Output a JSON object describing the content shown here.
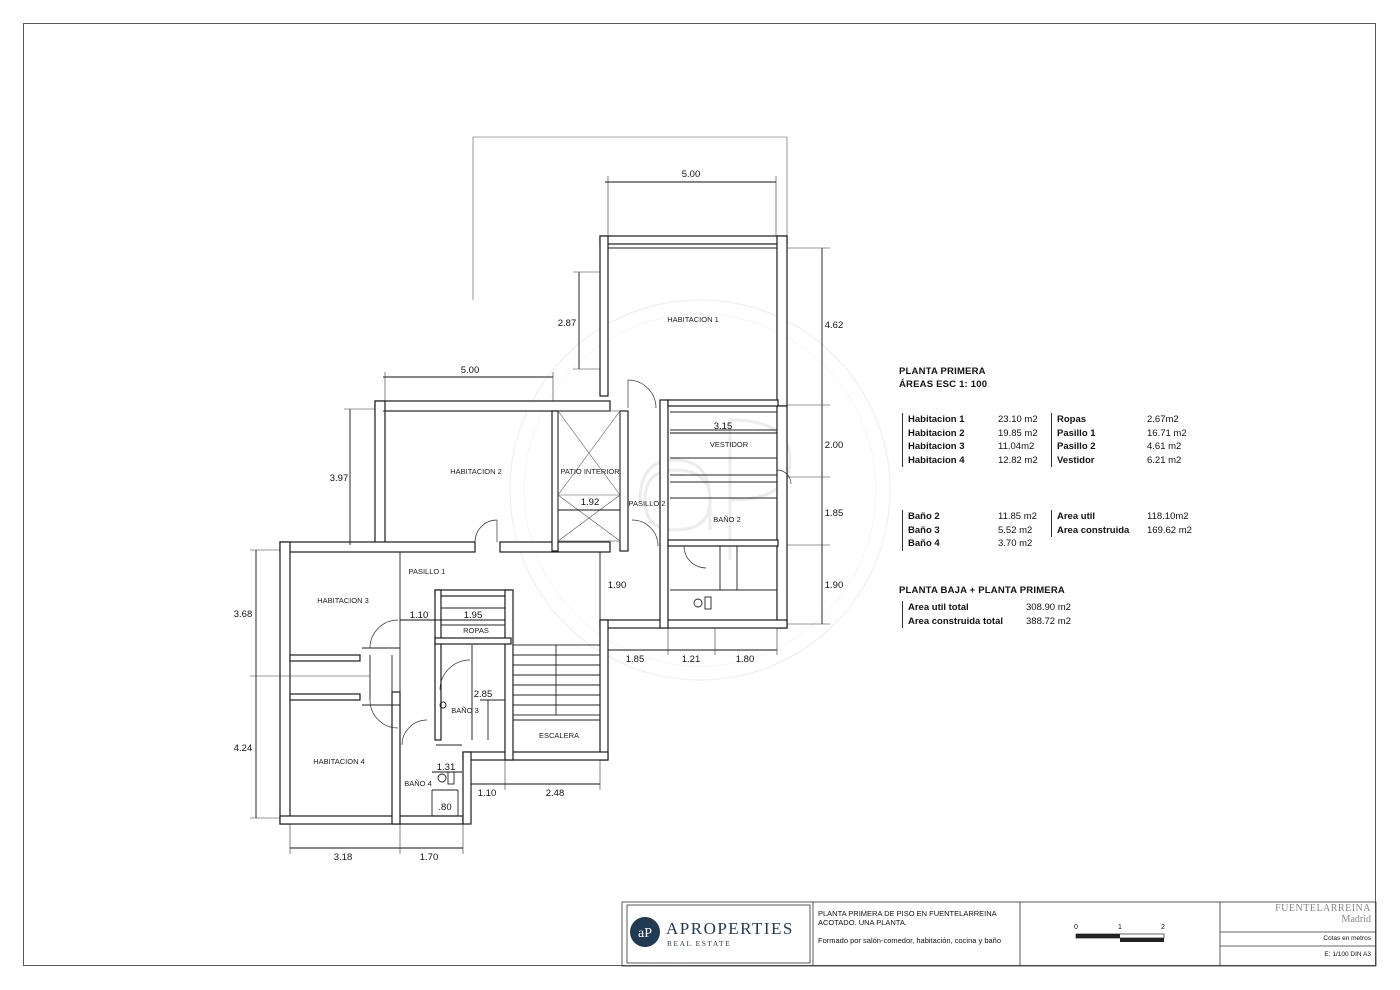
{
  "rooms": {
    "habitacion1": "HABITACION 1",
    "habitacion2": "HABITACION 2",
    "habitacion3": "HABITACION 3",
    "habitacion4": "HABITACION 4",
    "patio": "PATIO INTERIOR",
    "pasillo1": "PASILLO 1",
    "pasillo2": "PASILLO 2",
    "vestidor": "VESTIDOR",
    "bano2": "BAÑO 2",
    "bano3": "BAÑO 3",
    "bano4": "BAÑO 4",
    "ropas": "ROPAS",
    "escalera": "ESCALERA"
  },
  "dims": {
    "top_h1": "5.00",
    "top_h2": "5.00",
    "h1_left": "2.87",
    "h1_right": "4.62",
    "vestidor_w": "3.15",
    "right_200": "2.00",
    "right_185": "1.85",
    "right_190": "1.90",
    "patio_w": "1.92",
    "h2_left": "3.97",
    "h3_left": "3.68",
    "h4_left": "4.24",
    "pasillo_190": "1.90",
    "ropas_110": "1.10",
    "ropas_195": "1.95",
    "bano3_285": "2.85",
    "bano4_131": "1.31",
    "bano4_080": ".80",
    "bottom_185": "1.85",
    "bottom_121": "1.21",
    "bottom_180": "1.80",
    "bottom_110": "1.10",
    "bottom_248": "2.48",
    "bottom_318": "3.18",
    "bottom_170": "1.70"
  },
  "areas": {
    "title": "PLANTA PRIMERA",
    "subtitle": "ÁREAS  ESC 1: 100",
    "group1_left": [
      {
        "name": "Habitacion 1",
        "value": "23.10 m2"
      },
      {
        "name": "Habitacion 2",
        "value": "19.85 m2"
      },
      {
        "name": "Habitacion 3",
        "value": "11.04m2"
      },
      {
        "name": "Habitacion 4",
        "value": "12.82 m2"
      }
    ],
    "group1_right": [
      {
        "name": "Ropas",
        "value": "2.67m2"
      },
      {
        "name": "Pasillo 1",
        "value": "16.71 m2"
      },
      {
        "name": "Pasillo 2",
        "value": "4.61 m2"
      },
      {
        "name": "Vestidor",
        "value": "6.21 m2"
      }
    ],
    "group2_left": [
      {
        "name": "Baño 2",
        "value": "11.85 m2"
      },
      {
        "name": "Baño 3",
        "value": "5.52 m2"
      },
      {
        "name": "Baño 4",
        "value": "3.70 m2"
      }
    ],
    "group2_right": [
      {
        "name": "Area util",
        "value": "118.10m2"
      },
      {
        "name": "Area construida",
        "value": "169.62 m2"
      }
    ],
    "total_title": "PLANTA BAJA + PLANTA PRIMERA",
    "totals": [
      {
        "name": "Area util total",
        "value": "308.90 m2"
      },
      {
        "name": "Area construida total",
        "value": "388.72 m2"
      }
    ]
  },
  "titleblock": {
    "brand": "APROPERTIES",
    "brand_sub": "REAL ESTATE",
    "logo_letters": "aP",
    "desc_line1": "PLANTA PRIMERA DE PISO EN FUENTELARREINA",
    "desc_line2": "ACOTADO. UNA PLANTA.",
    "desc_line3": "Formado por salón-comedor, habitación, cocina y baño",
    "scale_0": "0",
    "scale_1": "1",
    "scale_2": "2",
    "location": "FUENTELARREINA",
    "city": "Madrid",
    "units": "Cotas en metros",
    "scale_label": "E: 1/100   DIN A3"
  },
  "colors": {
    "brand": "#1f3a52",
    "line": "#1a1a1a"
  }
}
